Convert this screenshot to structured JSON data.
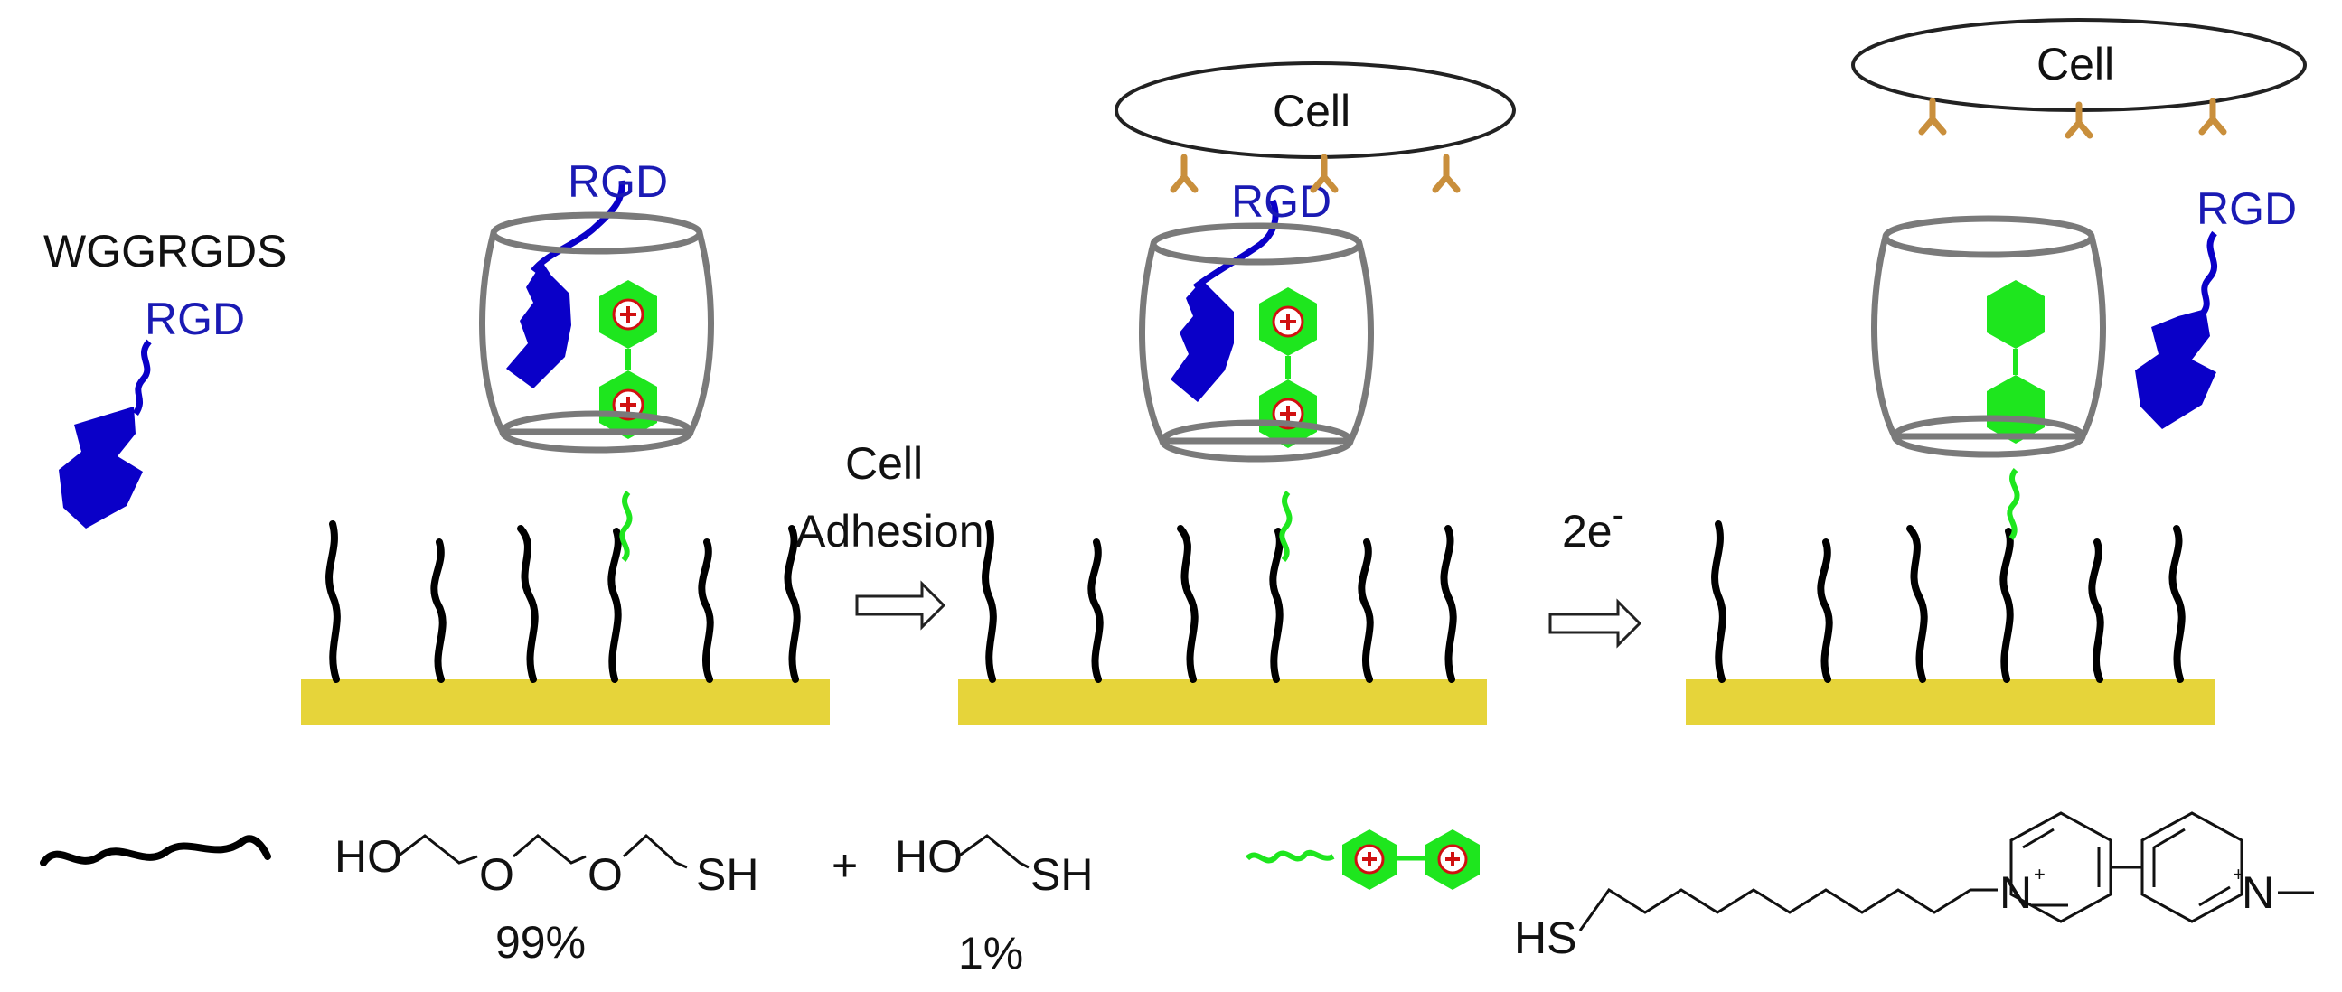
{
  "colors": {
    "rgd_blue": "#0a00c8",
    "viologen_green": "#1ee61e",
    "gold_surface": "#e6d43a",
    "cucurbituril_gray": "#7a7a7a",
    "receptor_tan": "#c98f3c",
    "chain_black": "#000000",
    "plus_red": "#d01010"
  },
  "labels": {
    "peptide_name": "WGGRGDS",
    "rgd": "RGD",
    "cell": "Cell",
    "step1_line1": "Cell",
    "step1_line2": "Adhesion",
    "step2_main": "2e",
    "step2_sup": "-",
    "mixture_plus": "+",
    "mix1_ho": "HO",
    "mix1_o1": "O",
    "mix1_o2": "O",
    "mix1_sh": "SH",
    "mix1_pct": "99%",
    "mix2_ho": "HO",
    "mix2_sh": "SH",
    "mix2_pct": "1%",
    "thiol_sh": "HS",
    "thiol_n1": "N",
    "thiol_n2": "N",
    "charge": "+"
  }
}
